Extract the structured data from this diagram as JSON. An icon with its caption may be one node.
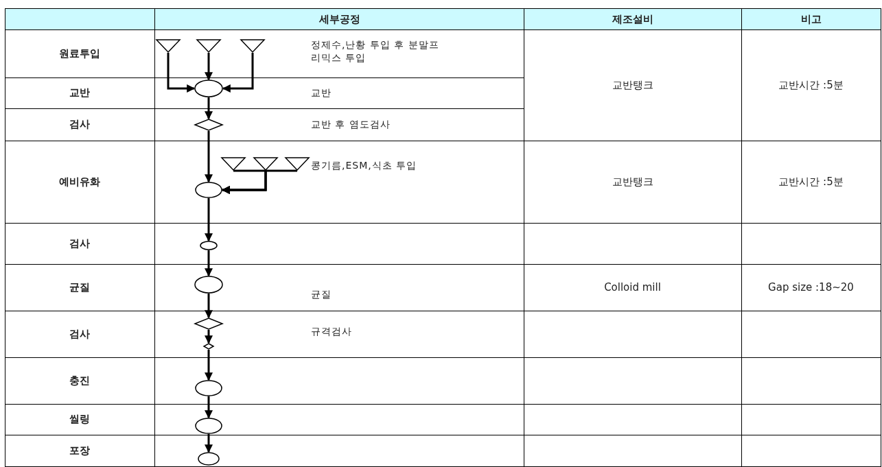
{
  "diagram": {
    "nodes": [
      {
        "text": [],
        "shape": "triangle"
      },
      {
        "text": [],
        "shape": "triangle"
      },
      {
        "text": [],
        "shape": "triangle"
      },
      {
        "text": [],
        "shape": "circle"
      },
      {
        "text": [],
        "shape": "diamond"
      },
      {
        "text": [],
        "shape": "triangle"
      },
      {
        "text": [],
        "shape": "triangle"
      },
      {
        "text": [],
        "shape": "triangle"
      },
      {
        "text": [],
        "shape": "circle"
      },
      {
        "text": [],
        "shape": "circle"
      },
      {
        "text": [],
        "shape": "circle"
      },
      {
        "text": [],
        "shape": "diamond"
      },
      {
        "text": [],
        "shape": "diamond"
      },
      {
        "text": [],
        "shape": "circle"
      },
      {
        "text": [],
        "shape": "circle"
      },
      {
        "text": [],
        "shape": "circle"
      }
    ],
    "edges": [
      {
        "from": 0,
        "to": 3,
        "arrow": "to"
      },
      {
        "from": 1,
        "to": 3,
        "arrow": "to"
      },
      {
        "from": 2,
        "to": 3,
        "arrow": "to"
      },
      {
        "from": 3,
        "to": 4,
        "arrow": "to"
      },
      {
        "from": 4,
        "to": 8,
        "arrow": "to"
      },
      {
        "from": 5,
        "to": 8,
        "arrow": "to"
      },
      {
        "from": 6,
        "to": 8,
        "arrow": "to"
      },
      {
        "from": 7,
        "to": 8,
        "arrow": "to"
      },
      {
        "from": 8,
        "to": 9,
        "arrow": "to"
      },
      {
        "from": 9,
        "to": 10,
        "arrow": "to"
      },
      {
        "from": 10,
        "to": 11,
        "arrow": "to"
      },
      {
        "from": 11,
        "to": 12,
        "arrow": "to"
      },
      {
        "from": 12,
        "to": 13,
        "arrow": "to"
      },
      {
        "from": 13,
        "to": 14,
        "arrow": "to"
      },
      {
        "from": 14,
        "to": 15,
        "arrow": "to"
      }
    ],
    "labels": [
      "세부공정",
      "제조설비",
      "비고",
      "원료투입",
      "정제수,난황 투입 후 분말프리믹스 투입",
      "교반탱크",
      "교반시간 :5분",
      "교반",
      "교반",
      "검사",
      "교반 후 염도검사",
      "예비유화",
      "콩기름,ESM,식초 투입",
      "교반탱크",
      "교반시간 :5분",
      "검사",
      "균질",
      "균질",
      "Colloid mill",
      "Gap size :18~20",
      "검사",
      "규격검사",
      "충진",
      "씰링",
      "포장"
    ]
  }
}
